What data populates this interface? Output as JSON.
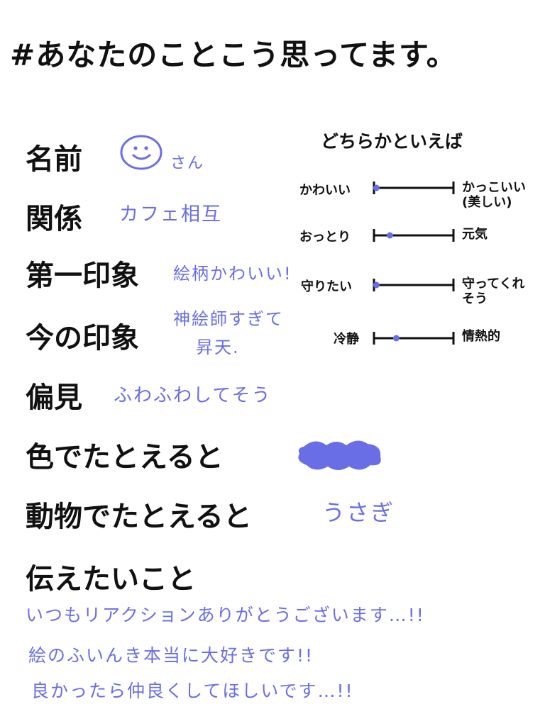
{
  "title": "#あなたのことこう思ってます。",
  "rows": {
    "name": {
      "label": "名前",
      "value": "さん"
    },
    "relation": {
      "label": "関係",
      "value": "カフェ相互"
    },
    "first": {
      "label": "第一印象",
      "value": "絵柄かわいい!"
    },
    "now": {
      "label": "今の印象",
      "value_line1": "神絵師すぎて",
      "value_line2": "昇天."
    },
    "bias": {
      "label": "偏見",
      "value": "ふわふわしてそう"
    },
    "color": {
      "label": "色でたとえると"
    },
    "animal": {
      "label": "動物でたとえると",
      "value": "うさぎ"
    },
    "message": {
      "label": "伝えたいこと"
    }
  },
  "messages": [
    "いつもリアクションありがとうございます…!!",
    "絵のふいんき本当に大好きです!!",
    "良かったら仲良くしてほしいです…!!"
  ],
  "scales": {
    "heading": "どちらかといえば",
    "items": [
      {
        "left": "かわいい",
        "right_line1": "かっこいい",
        "right_line2": "(美しい)",
        "position": 0.03
      },
      {
        "left": "おっとり",
        "right_line1": "元気",
        "right_line2": "",
        "position": 0.2
      },
      {
        "left": "守りたい",
        "right_line1": "守ってくれ",
        "right_line2": "そう",
        "position": 0.03
      },
      {
        "left": "冷静",
        "right_line1": "情熱的",
        "right_line2": "",
        "position": 0.28
      }
    ]
  },
  "colors": {
    "accent": "#6a6ee6",
    "ink": "#111111"
  },
  "icons": {
    "face": "smiley-face-icon",
    "swatch": "color-swatch-scribble"
  }
}
